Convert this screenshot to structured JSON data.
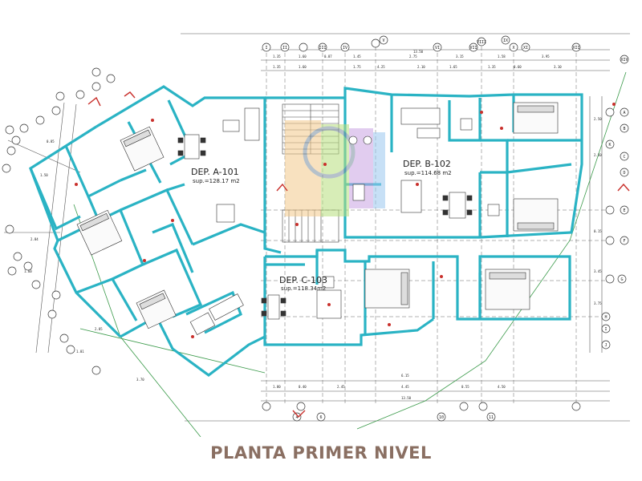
{
  "title": "PLANTA PRIMER NIVEL",
  "units": [
    {
      "id": "A-101",
      "label": "DEP.  A-101",
      "sup": "sup.=128.17 m2"
    },
    {
      "id": "B-102",
      "label": "DEP.  B-102",
      "sup": "sup.=114.68 m2"
    },
    {
      "id": "C-103",
      "label": "DEP.  C-103",
      "sup": "sup.=118.34m2"
    }
  ],
  "axes": {
    "top_roman": [
      "I",
      "II",
      "III",
      "IV",
      "V",
      "VI",
      "VII",
      "VIII",
      "IX",
      "X",
      "XI",
      "XII",
      "XIV"
    ],
    "bottom": [
      "4",
      "6",
      "10",
      "11"
    ],
    "right": [
      "A",
      "B",
      "C",
      "D",
      "E",
      "F",
      "G",
      "H",
      "I",
      "J",
      "K"
    ]
  },
  "colors": {
    "walls": "#2ab3c4",
    "lines": "#333333",
    "title": "#8a6f62",
    "green": "#3a9a4a"
  }
}
